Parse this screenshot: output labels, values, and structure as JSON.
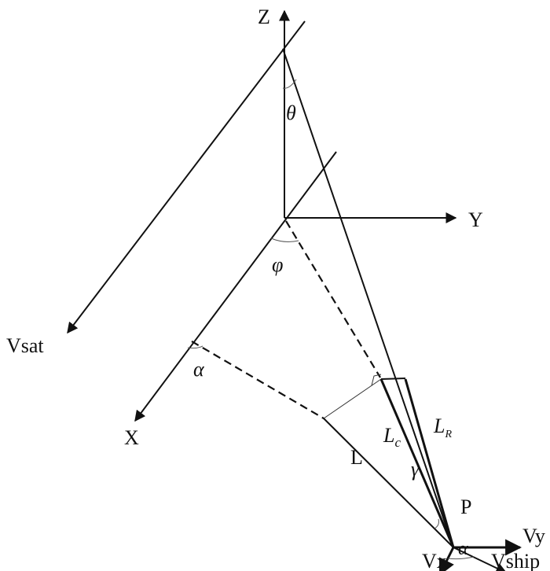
{
  "axes": {
    "z": "Z",
    "y": "Y",
    "x": "X"
  },
  "vectors": {
    "vsat": "Vsat",
    "vx": "Vx",
    "vy": "Vy",
    "vship": "Vship"
  },
  "points": {
    "p": "P"
  },
  "segments": {
    "l": "L",
    "lc": "L",
    "lc_sub": "c",
    "lr": "L",
    "lr_sub": "R"
  },
  "angles": {
    "theta": "θ",
    "phi": "φ",
    "alpha_x": "α",
    "alpha_p": "α",
    "gamma": "γ"
  }
}
